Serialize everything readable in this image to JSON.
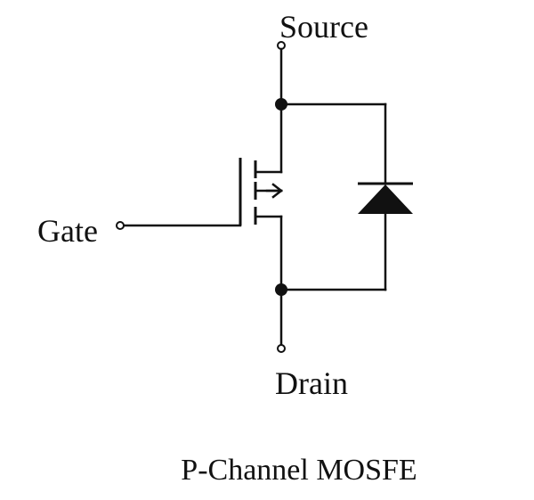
{
  "labels": {
    "source": "Source",
    "gate": "Gate",
    "drain": "Drain",
    "caption": "P-Channel MOSFE"
  },
  "colors": {
    "background": "#ffffff",
    "ink": "#111111"
  }
}
